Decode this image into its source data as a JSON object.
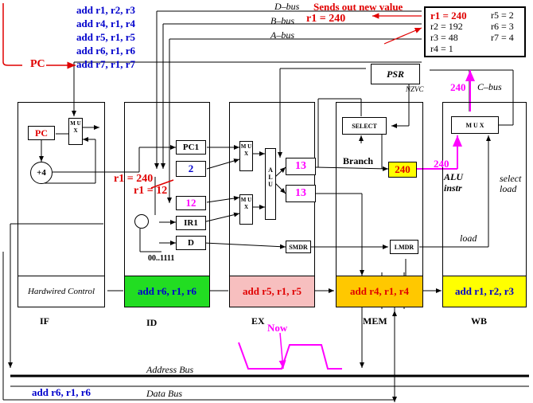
{
  "program_list": [
    "add r1, r2, r3",
    "add r4, r1, r4",
    "add r5, r1, r5",
    "add r6, r1, r6",
    "add r7, r1, r7"
  ],
  "pc_label": "PC",
  "regfile": {
    "left": [
      "r1 = 240",
      "r2 = 192",
      "r3 = 48",
      "r4 = 1"
    ],
    "right": [
      "r5 = 2",
      "r6 = 3",
      "r7 = 4"
    ]
  },
  "buses": {
    "d_bus": "D–bus",
    "d_bus_note": "Sends out new value",
    "d_bus_value": "r1 = 240",
    "b_bus": "B–bus",
    "a_bus": "A–bus",
    "c_bus": "C–bus",
    "c_bus_value": "240",
    "address_bus": "Address Bus",
    "data_bus": "Data Bus"
  },
  "psr": {
    "label": "PSR",
    "flags": "NZVC"
  },
  "stages": {
    "if": {
      "name": "IF",
      "pc": "PC",
      "plus4": "+4",
      "mux": "M U X",
      "control": "Hardwired Control"
    },
    "id": {
      "name": "ID",
      "pc1": "PC1",
      "reg_a": "2",
      "reg_b": "12",
      "ir1": "IR1",
      "d": "D",
      "const": "00..1111",
      "fwd_new": "r1 = 240",
      "fwd_old": "r1 = 12",
      "instr": "add r6, r1, r6"
    },
    "ex": {
      "name": "EX",
      "alu": "A L U",
      "mux": "M U X",
      "op_a": "13",
      "op_b": "13",
      "smdr": "SMDR",
      "instr": "add r5, r1, r5"
    },
    "mem": {
      "name": "MEM",
      "select": "SELECT",
      "branch": "Branch",
      "result": "240",
      "lmdr": "LMDR",
      "instr": "add r4, r1, r4"
    },
    "wb": {
      "name": "WB",
      "mux": "M U X",
      "out_value": "240",
      "alu_instr": "ALU instr",
      "select_load": "select load",
      "load": "load",
      "instr": "add r1, r2, r3"
    }
  },
  "now_label": "Now",
  "fetch_instr": "add r6, r1, r6",
  "colors": {
    "id_stage": "#22dd22",
    "ex_stage": "#f7bfbf",
    "mem_stage": "#ffc800",
    "wb_stage": "#ffff00",
    "highlight": "#ffff00",
    "magenta": "#ff00ff",
    "blue": "#0000cc",
    "red": "#e00000"
  }
}
